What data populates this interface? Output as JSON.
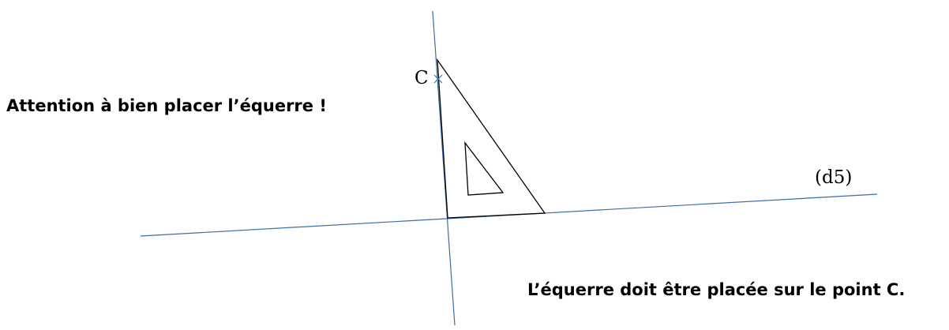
{
  "notes": {
    "top": "Attention à bien placer l’équerre !",
    "bottom": "L’équerre doit être placée sur le point C."
  },
  "labels": {
    "point": "C",
    "line": "(d5)"
  },
  "colors": {
    "construction_line": "#3a6ea5",
    "set_square": "#000000",
    "text": "#000000"
  }
}
